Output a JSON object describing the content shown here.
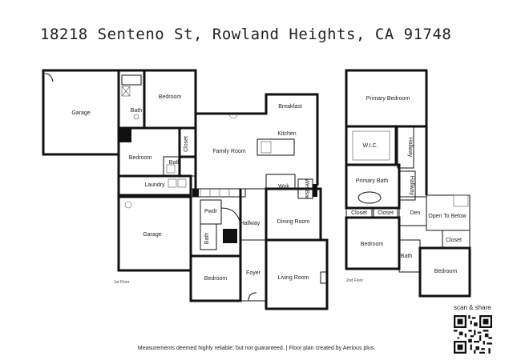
{
  "title": "18218 Senteno St, Rowland Heights, CA 91748",
  "scan_label": "scan & share",
  "footer": "Measurements deemed highly reliable, but not guaranteed.  |  Floor plan created by Aerious plus.",
  "floors": {
    "first": {
      "floor_label": "1st Floor"
    },
    "second": {
      "floor_label": "2nd Floor"
    }
  },
  "rooms": {
    "garage_upper": "Garage",
    "bath_1": "Bath",
    "bedroom_1": "Bedroom",
    "bedroom_2": "Bedroom",
    "closet_1": "Closet",
    "bath_2": "Bath",
    "laundry": "Laundry",
    "breakfast": "Breakfast",
    "kitchen": "Kitchen",
    "family_room": "Family Room",
    "wok": "Wok",
    "wet_bar": "Wet Bar",
    "pwdr": "Pwdr",
    "garage_lower": "Garage",
    "bath_3": "Bath",
    "hallway": "Hallway",
    "dining_room": "Dining Room",
    "bedroom_3": "Bedroom",
    "foyer": "Foyer",
    "living_room": "Living Room",
    "primary_bedroom": "Primary Bedroom",
    "wic": "W.I.C.",
    "hallway_2a": "Hallway",
    "primary_bath": "Primary Bath",
    "hallway_2b": "Hallway",
    "closet_2": "Closet",
    "closet_3": "Closet",
    "den": "Den",
    "open_to_below": "Open To Below",
    "bedroom_4": "Bedroom",
    "closet_4": "Closet",
    "bath_4": "Bath",
    "bedroom_5": "Bedroom"
  },
  "icons": {
    "qr": "qr-code-icon",
    "stairs": "stairs-icon",
    "door": "door-swing-icon"
  }
}
